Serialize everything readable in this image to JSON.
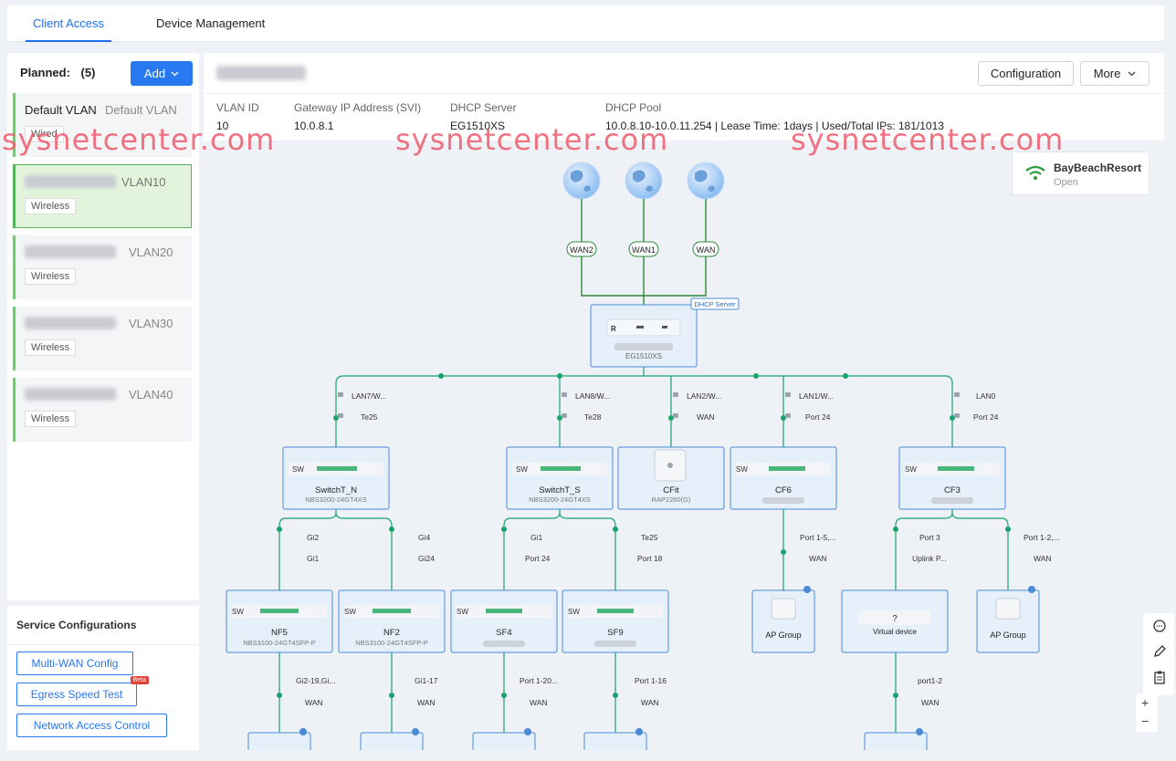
{
  "tabs": [
    {
      "label": "Client Access",
      "active": true
    },
    {
      "label": "Device Management",
      "active": false
    }
  ],
  "planned": {
    "label": "Planned:",
    "count": "(5)"
  },
  "add_button": {
    "label": "Add"
  },
  "vlans": [
    {
      "name": "Default VLAN",
      "vlan": "Default VLAN",
      "type": "Wired",
      "selected": false
    },
    {
      "name": "",
      "vlan": "VLAN10",
      "type": "Wireless",
      "selected": true
    },
    {
      "name": "",
      "vlan": "VLAN20",
      "type": "Wireless",
      "selected": false
    },
    {
      "name": "",
      "vlan": "VLAN30",
      "type": "Wireless",
      "selected": false
    },
    {
      "name": "",
      "vlan": "VLAN40",
      "type": "Wireless",
      "selected": false
    }
  ],
  "service": {
    "title": "Service Configurations",
    "buttons": [
      {
        "label": "Multi-WAN Config"
      },
      {
        "label": "Egress Speed Test",
        "badge": "Beta"
      },
      {
        "label": "Network Access Control"
      }
    ]
  },
  "header": {
    "configuration_label": "Configuration",
    "more_label": "More"
  },
  "info": {
    "vlan_id": {
      "label": "VLAN ID",
      "value": "10"
    },
    "gateway": {
      "label": "Gateway IP Address (SVI)",
      "value": "10.0.8.1"
    },
    "dhcp_server": {
      "label": "DHCP Server",
      "value": "EG1510XS"
    },
    "dhcp_pool": {
      "label": "DHCP Pool",
      "value": "10.0.8.10-10.0.11.254  |  Lease Time:  1days  |  Used/Total IPs:  181/1013"
    }
  },
  "watermark": "sysnetcenter.com",
  "ssid": {
    "name": "BayBeachResort",
    "status": "Open"
  },
  "topology": {
    "wan_labels": [
      "WAN2",
      "WAN1",
      "WAN"
    ],
    "gateway": {
      "badge": "DHCP Server",
      "model": "EG1510XS",
      "tag": "R"
    },
    "level1": [
      {
        "port_up": "LAN7/W...",
        "port_down": "Te25",
        "tag": "SW",
        "name": "SwitchT_N",
        "model": "NBS3200-24GT4XS"
      },
      {
        "port_up": "LAN8/W...",
        "port_down": "Te28",
        "tag": "SW",
        "name": "SwitchT_S",
        "model": "NBS3200-24GT4XS"
      },
      {
        "port_up": "LAN2/W...",
        "port_down": "WAN",
        "tag": "",
        "name": "CFit",
        "model": "RAP2260(G)"
      },
      {
        "port_up": "LAN1/W...",
        "port_down": "Port 24",
        "tag": "SW",
        "name": "CF6",
        "model": ""
      },
      {
        "port_up": "LAN0",
        "port_down": "Port 24",
        "tag": "SW",
        "name": "CF3",
        "model": ""
      }
    ],
    "level2": [
      {
        "port_up": "Gi2",
        "port_down": "Gi1",
        "tag": "SW",
        "name": "NF5",
        "model": "NBS3100-24GT4SFP-P"
      },
      {
        "port_up": "Gi4",
        "port_down": "Gi24",
        "tag": "SW",
        "name": "NF2",
        "model": "NBS3100-24GT4SFP-P"
      },
      {
        "port_up": "Gi1",
        "port_down": "Port 24",
        "tag": "SW",
        "name": "SF4",
        "model": ""
      },
      {
        "port_up": "Te25",
        "port_down": "Port 18",
        "tag": "SW",
        "name": "SF9",
        "model": ""
      },
      {
        "port_up": "Port 1-5,...",
        "port_down": "WAN",
        "tag": "",
        "name": "AP Group",
        "model": ""
      },
      {
        "port_up": "Port 3",
        "port_down": "Uplink P...",
        "tag": "?",
        "name": "Virtual device",
        "model": ""
      },
      {
        "port_up": "Port 1-2,...",
        "port_down": "WAN",
        "tag": "",
        "name": "AP Group",
        "model": ""
      }
    ],
    "level3_ports": [
      {
        "port_up": "Gi2-19,Gi...",
        "port_down": "WAN"
      },
      {
        "port_up": "Gi1-17",
        "port_down": "WAN"
      },
      {
        "port_up": "Port 1-20...",
        "port_down": "WAN"
      },
      {
        "port_up": "Port 1-16",
        "port_down": "WAN"
      },
      {
        "port_up": "port1-2",
        "port_down": "WAN"
      }
    ]
  },
  "colors": {
    "accent": "#2878f0",
    "link": "#1aa36a",
    "wan_link": "#2e8b3a",
    "selected_bg": "#e3f4dc"
  }
}
